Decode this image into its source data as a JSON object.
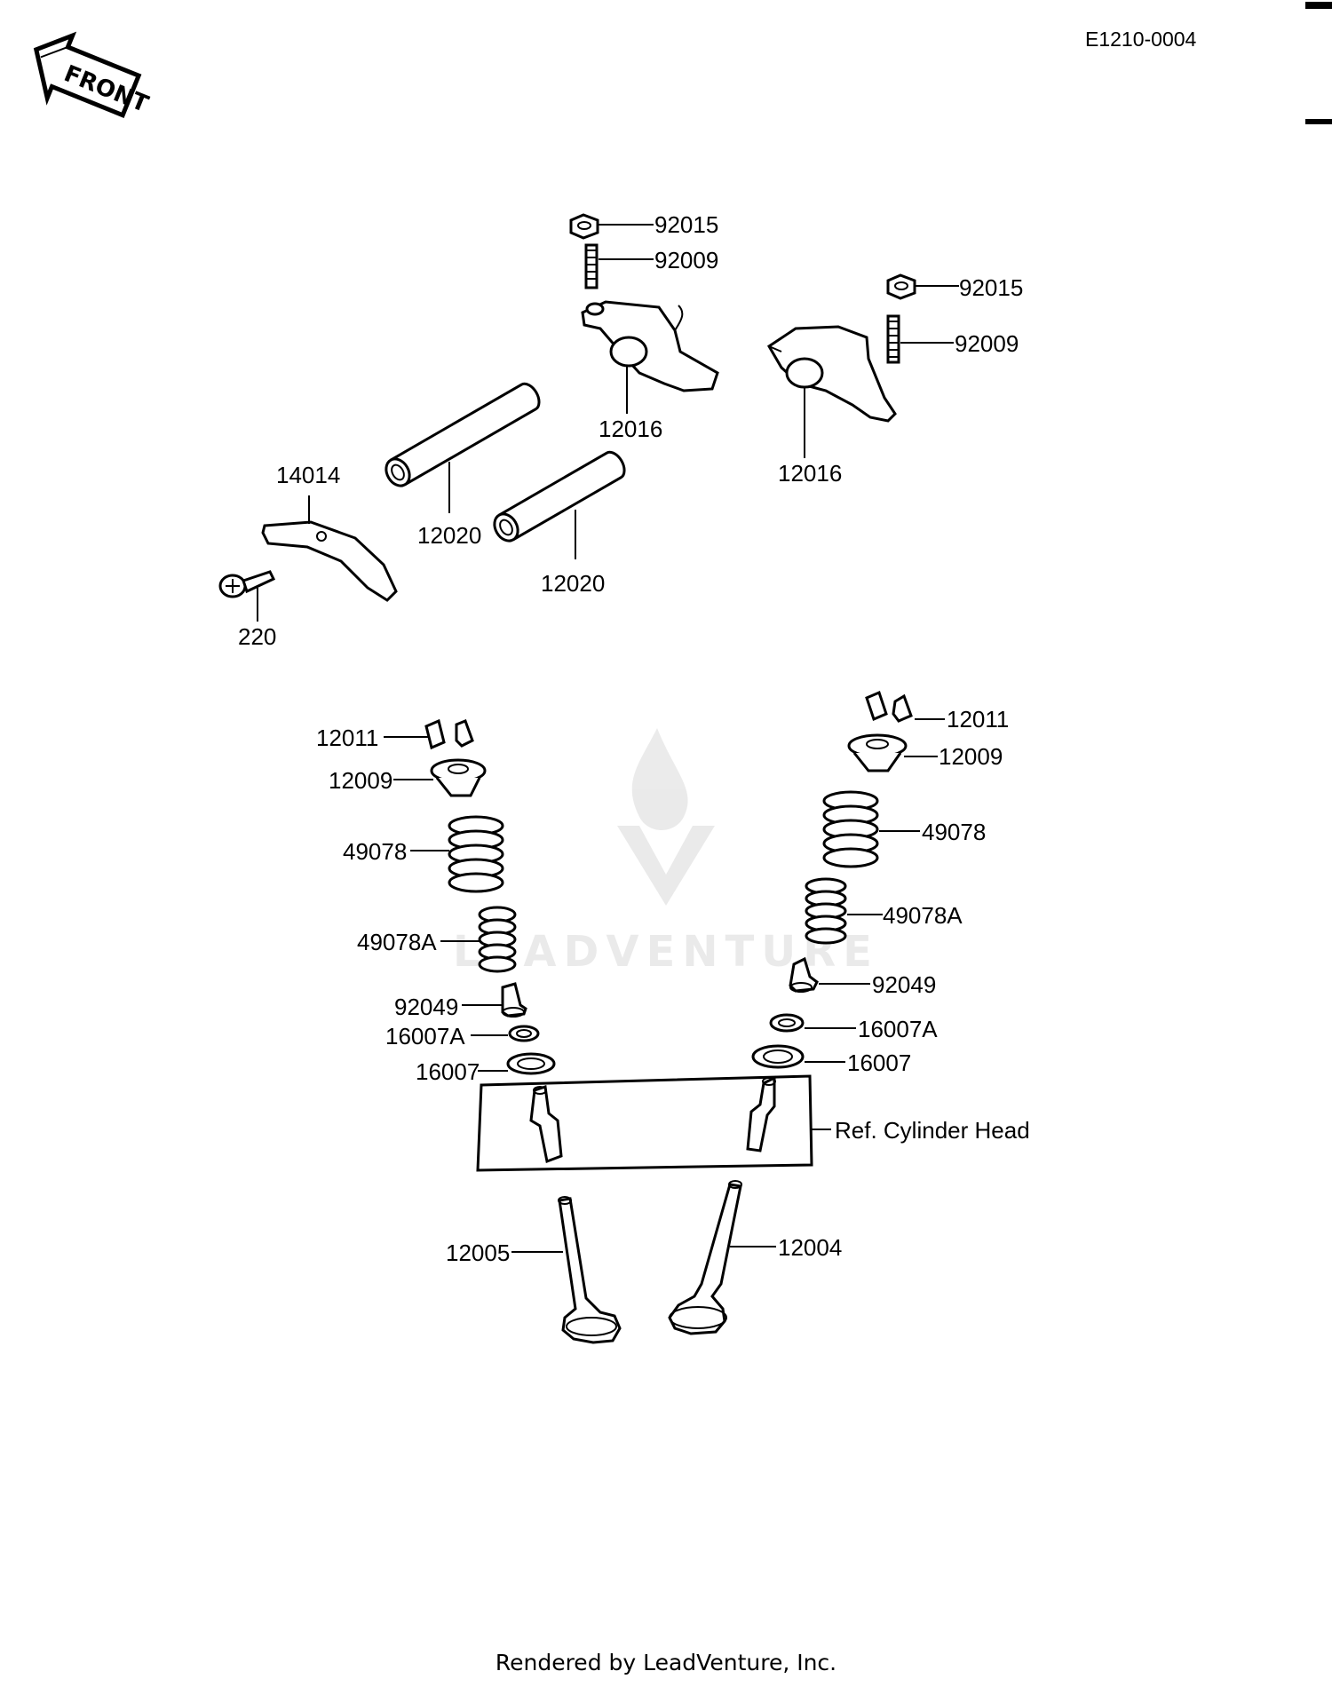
{
  "diagram_code": "E1210-0004",
  "front_badge": "FRONT",
  "watermark": "LEADVENTURE",
  "reference_label": "Ref.  Cylinder Head",
  "footer": "Rendered by LeadVenture, Inc.",
  "parts": {
    "nut_top": "92015",
    "stud_top": "92009",
    "rocker_left": "12016",
    "nut_right": "92015",
    "stud_right": "92009",
    "rocker_right": "12016",
    "plate": "14014",
    "shaft_upper": "12020",
    "shaft_lower": "12020",
    "screw": "220",
    "keeper_left": "12011",
    "retainer_left": "12009",
    "spring_outer_left": "49078",
    "spring_inner_left": "49078A",
    "seal_left": "92049",
    "seat_small_left": "16007A",
    "seat_large_left": "16007",
    "keeper_right": "12011",
    "retainer_right": "12009",
    "spring_outer_right": "49078",
    "spring_inner_right": "49078A",
    "seal_right": "92049",
    "seat_small_right": "16007A",
    "seat_large_right": "16007",
    "valve_left": "12005",
    "valve_right": "12004"
  }
}
